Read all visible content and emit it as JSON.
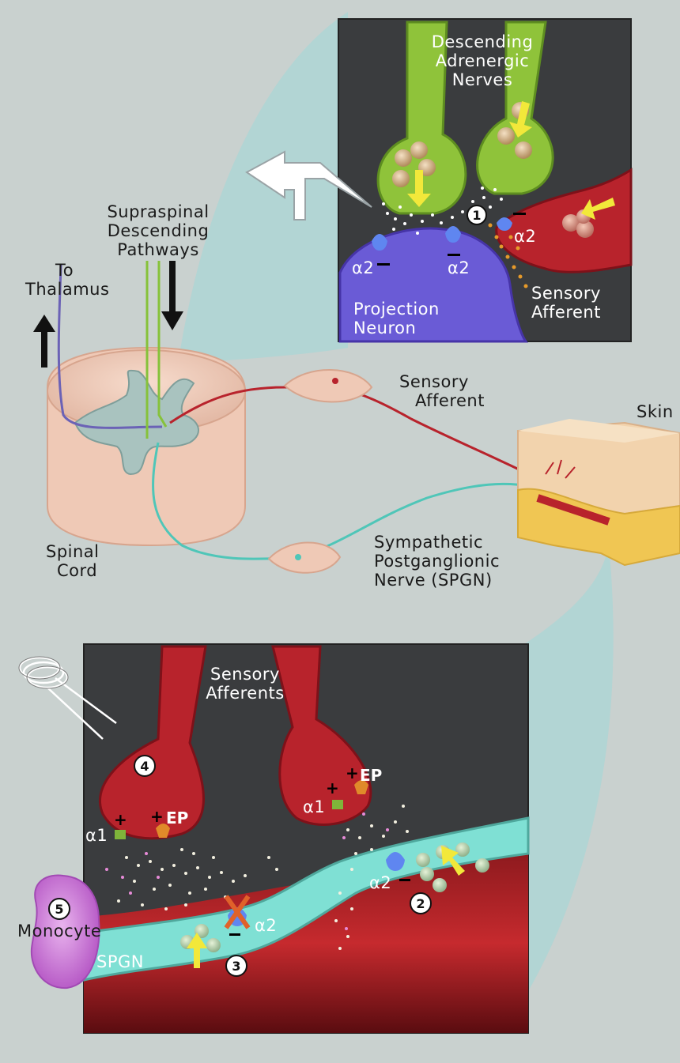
{
  "top_panel": {
    "title_line1": "Descending",
    "title_line2": "Adrenergic",
    "title_line3": "Nerves",
    "projection_line1": "Projection",
    "projection_line2": "Neuron",
    "sensory_line1": "Sensory",
    "sensory_line2": "Afferent",
    "alpha2_a": "α2",
    "alpha2_b": "α2",
    "alpha2_c": "α2",
    "badge": "1"
  },
  "middle": {
    "supraspinal_line1": "Supraspinal",
    "supraspinal_line2": "Descending",
    "supraspinal_line3": "Pathways",
    "thalamus_line1": "To",
    "thalamus_line2": "Thalamus",
    "sensory_line1": "Sensory",
    "sensory_line2": "Afferent",
    "skin": "Skin",
    "spinal_line1": "Spinal",
    "spinal_line2": "Cord",
    "spgn_line1": "Sympathetic",
    "spgn_line2": "Postganglionic",
    "spgn_line3": "Nerve  (SPGN)"
  },
  "bottom_panel": {
    "title_line1": "Sensory",
    "title_line2": "Afferents",
    "ep_left": "EP",
    "ep_right": "EP",
    "alpha1_left": "α1",
    "alpha1_right": "α1",
    "alpha2_right": "α2",
    "alpha2_center": "α2",
    "monocyte": "Monocyte",
    "spgn": "SPGN",
    "badge2": "2",
    "badge3": "3",
    "badge4": "4",
    "badge5": "5"
  },
  "colors": {
    "background": "#c9d1cf",
    "panel": "#3a3c3e",
    "adrenergic_green": "#8fc33a",
    "sensory_red": "#b8232c",
    "projection_purple": "#6a5bd6",
    "spgn_teal": "#7fe0d4",
    "arrow_yellow": "#f2e83a"
  }
}
